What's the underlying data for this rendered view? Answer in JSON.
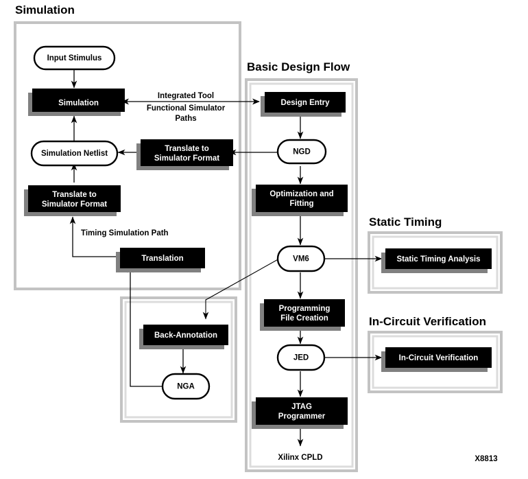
{
  "figure": {
    "id_label": "X8813",
    "groups": [
      {
        "key": "simulation",
        "title": "Simulation"
      },
      {
        "key": "basic_design",
        "title": "Basic Design Flow"
      },
      {
        "key": "static_timing",
        "title": "Static Timing"
      },
      {
        "key": "in_circuit",
        "title": "In-Circuit Verification"
      },
      {
        "key": "back_annot",
        "title": ""
      }
    ],
    "process_blocks": [
      {
        "key": "simulation",
        "label": "Simulation"
      },
      {
        "key": "translate_sim_fmt_top",
        "label": "Translate to\nSimulator Format"
      },
      {
        "key": "translate_sim_fmt_bot",
        "label": "Translate to\nSimulator Format"
      },
      {
        "key": "translation",
        "label": "Translation"
      },
      {
        "key": "back_annotation",
        "label": "Back-Annotation"
      },
      {
        "key": "design_entry",
        "label": "Design Entry"
      },
      {
        "key": "optimization_fitting",
        "label": "Optimization and\nFitting"
      },
      {
        "key": "programming_file",
        "label": "Programming\nFile Creation"
      },
      {
        "key": "jtag_programmer",
        "label": "JTAG\nProgrammer"
      },
      {
        "key": "static_timing_analysis",
        "label": "Static Timing Analysis"
      },
      {
        "key": "in_circuit_verification",
        "label": "In-Circuit Verification"
      }
    ],
    "data_nodes": [
      {
        "key": "input_stimulus",
        "label": "Input Stimulus"
      },
      {
        "key": "simulation_netlist",
        "label": "Simulation Netlist"
      },
      {
        "key": "ngd",
        "label": "NGD"
      },
      {
        "key": "vm6",
        "label": "VM6"
      },
      {
        "key": "jed",
        "label": "JED"
      },
      {
        "key": "nga",
        "label": "NGA"
      }
    ],
    "plain_nodes": [
      {
        "key": "xilinx_cpld",
        "label": "Xilinx CPLD"
      }
    ],
    "edge_labels": [
      {
        "key": "integrated_tool",
        "label": "Integrated Tool"
      },
      {
        "key": "functional_sim",
        "label": "Functional Simulator"
      },
      {
        "key": "paths",
        "label": "Paths"
      },
      {
        "key": "timing_sim_path",
        "label": "Timing Simulation Path"
      }
    ],
    "block_text": {
      "simulation": "Simulation",
      "translate_sim_fmt_top_l1": "Translate to",
      "translate_sim_fmt_top_l2": "Simulator Format",
      "translate_sim_fmt_bot_l1": "Translate to",
      "translate_sim_fmt_bot_l2": "Simulator Format",
      "translation": "Translation",
      "back_annotation": "Back-Annotation",
      "design_entry": "Design Entry",
      "optimization_l1": "Optimization and",
      "optimization_l2": "Fitting",
      "programming_l1": "Programming",
      "programming_l2": "File Creation",
      "jtag_l1": "JTAG",
      "jtag_l2": "Programmer",
      "static_timing_analysis": "Static Timing Analysis",
      "in_circuit_verification": "In-Circuit Verification"
    },
    "node_text": {
      "input_stimulus": "Input Stimulus",
      "simulation_netlist": "Simulation Netlist",
      "ngd": "NGD",
      "vm6": "VM6",
      "jed": "JED",
      "nga": "NGA",
      "xilinx_cpld": "Xilinx CPLD"
    },
    "group_text": {
      "simulation": "Simulation",
      "basic_design_flow": "Basic Design Flow",
      "static_timing": "Static Timing",
      "in_circuit_verification": "In-Circuit Verification"
    },
    "colors": {
      "block_fill": "#000000",
      "block_text": "#ffffff",
      "shadow": "#808080",
      "group_border": "#c3c3c3",
      "node_fill": "#ffffff",
      "line": "#000000",
      "background": "#ffffff"
    }
  }
}
